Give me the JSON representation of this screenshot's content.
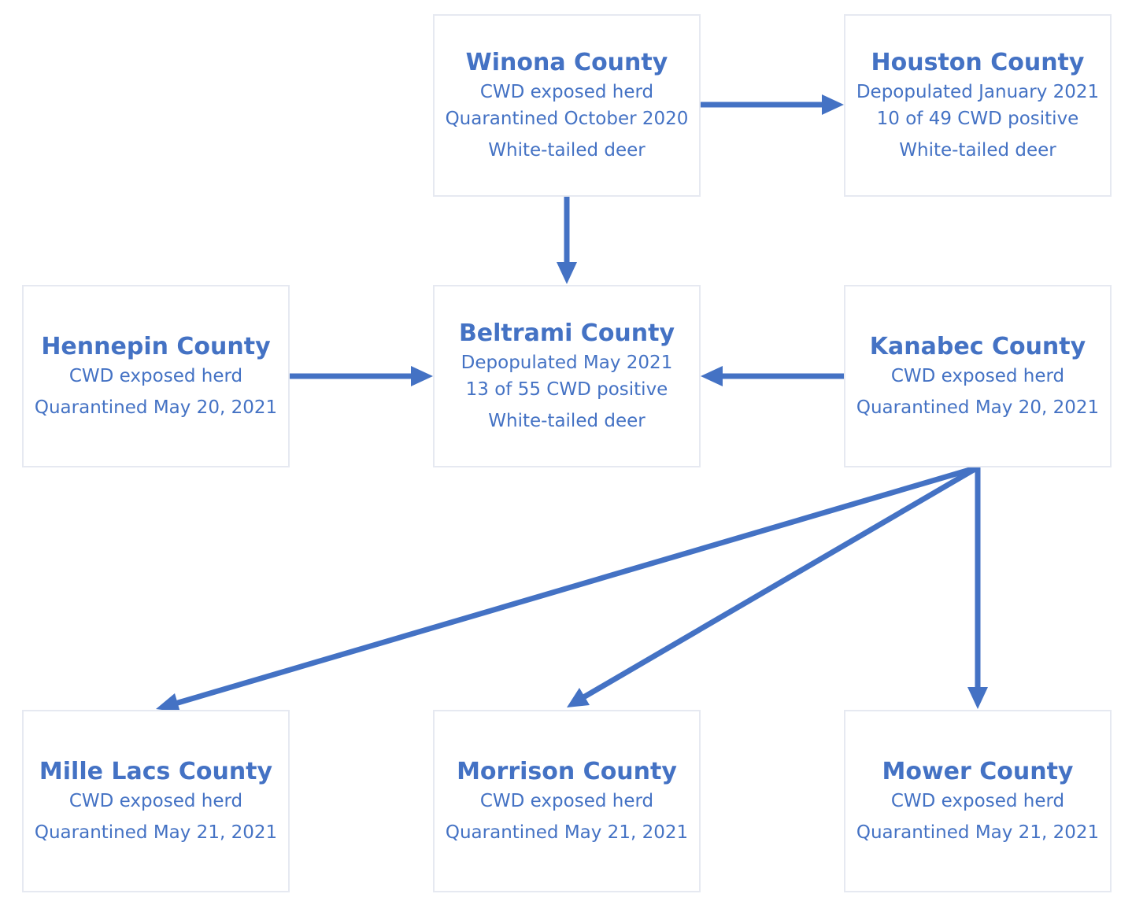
{
  "accent_color": "#4472c4",
  "border_color": "#e6e9f1",
  "nodes": {
    "winona": {
      "title": "Winona County",
      "line1": "CWD exposed herd",
      "line2": "Quarantined October 2020",
      "line3": "White-tailed deer"
    },
    "houston": {
      "title": "Houston County",
      "line1": "Depopulated January 2021",
      "line2": "10 of 49 CWD positive",
      "line3": "White-tailed deer"
    },
    "hennepin": {
      "title": "Hennepin County",
      "line1": "CWD exposed herd",
      "line2": "Quarantined May 20, 2021"
    },
    "beltrami": {
      "title": "Beltrami County",
      "line1": "Depopulated May 2021",
      "line2": "13 of 55 CWD positive",
      "line3": "White-tailed deer"
    },
    "kanabec": {
      "title": "Kanabec County",
      "line1": "CWD exposed herd",
      "line2": "Quarantined May 20, 2021"
    },
    "mille_lacs": {
      "title": "Mille Lacs County",
      "line1": "CWD exposed herd",
      "line2": "Quarantined May 21, 2021"
    },
    "morrison": {
      "title": "Morrison County",
      "line1": "CWD exposed herd",
      "line2": "Quarantined May 21, 2021"
    },
    "mower": {
      "title": "Mower County",
      "line1": "CWD exposed herd",
      "line2": "Quarantined May 21, 2021"
    }
  },
  "edges": [
    {
      "from": "Winona County",
      "to": "Houston County"
    },
    {
      "from": "Winona County",
      "to": "Beltrami County"
    },
    {
      "from": "Hennepin County",
      "to": "Beltrami County"
    },
    {
      "from": "Kanabec County",
      "to": "Beltrami County"
    },
    {
      "from": "Kanabec County",
      "to": "Mille Lacs County"
    },
    {
      "from": "Kanabec County",
      "to": "Morrison County"
    },
    {
      "from": "Kanabec County",
      "to": "Mower County"
    }
  ]
}
